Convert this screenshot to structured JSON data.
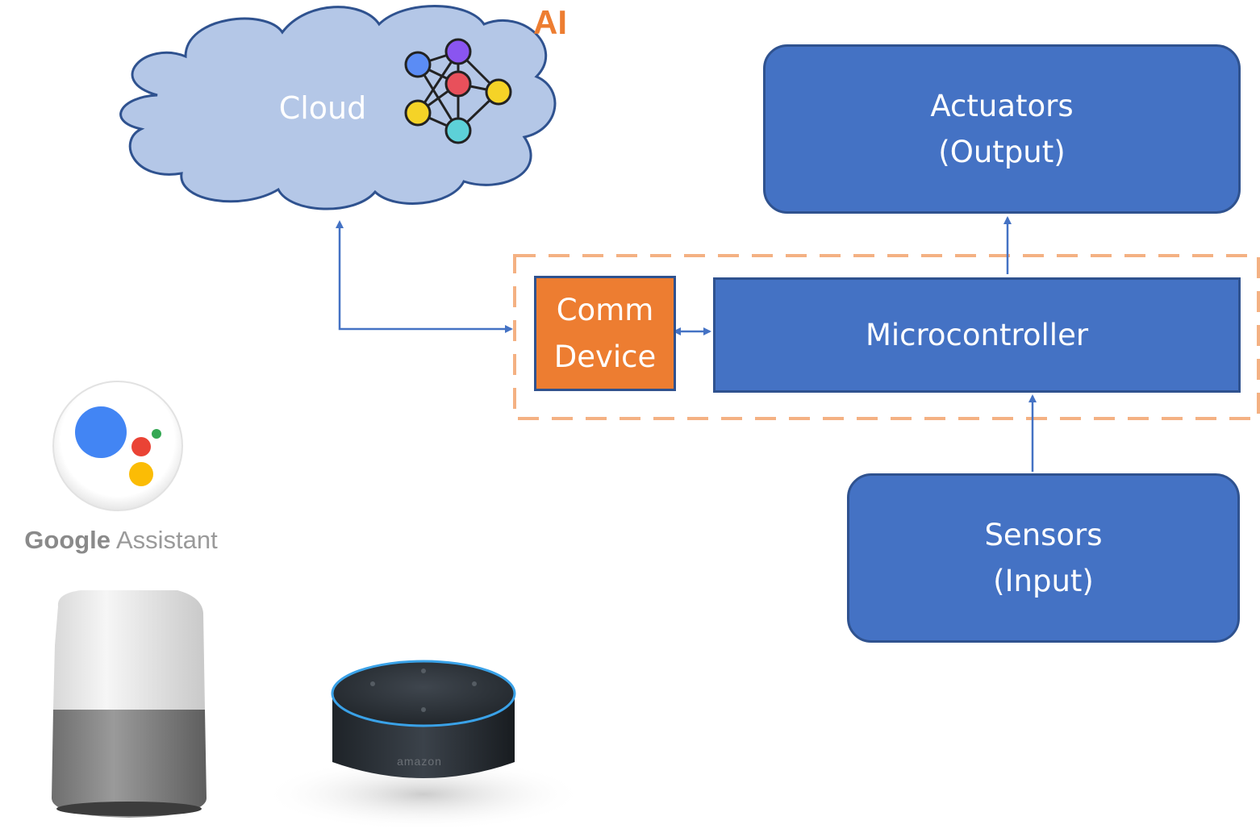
{
  "cloud": {
    "label": "Cloud",
    "ai_label": "AI",
    "fill": "#b4c7e7",
    "stroke": "#2f528f"
  },
  "blocks": {
    "actuators": {
      "line1": "Actuators",
      "line2": "(Output)"
    },
    "microcontroller": {
      "label": "Microcontroller"
    },
    "comm_device": {
      "line1": "Comm",
      "line2": "Device"
    },
    "sensors": {
      "line1": "Sensors",
      "line2": "(Input)"
    }
  },
  "google_assistant": {
    "brand": "Google",
    "product": "Assistant"
  },
  "amazon_echo": {
    "logo_text": "amazon"
  },
  "colors": {
    "block_blue": "#4472c4",
    "block_border": "#2f528f",
    "comm_orange": "#ed7d31",
    "dashed_boundary": "#f4b183",
    "arrow": "#4472c4"
  }
}
